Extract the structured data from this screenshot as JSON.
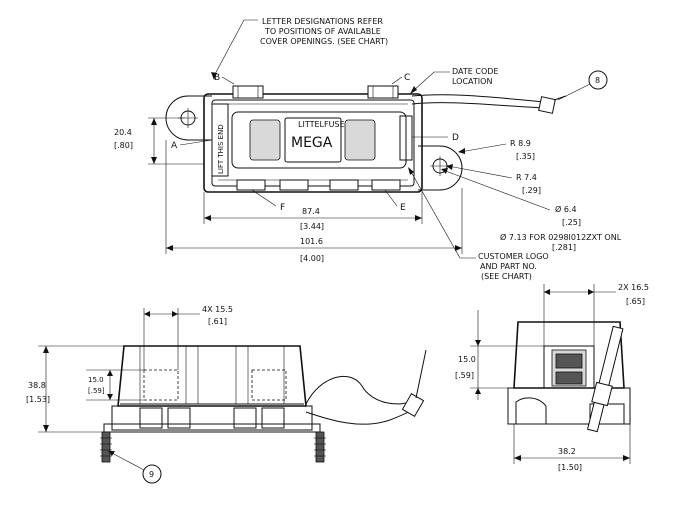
{
  "notes": {
    "letters_1": "LETTER DESIGNATIONS REFER",
    "letters_2": "TO POSITIONS OF AVAILABLE",
    "letters_3": "COVER OPENINGS.  (SEE CHART)",
    "date_code_1": "DATE CODE",
    "date_code_2": "LOCATION",
    "customer_1": "CUSTOMER LOGO",
    "customer_2": "AND PART NO.",
    "customer_3": "(SEE CHART)",
    "alt_dia": "Ø 7.13 FOR 0298I012ZXT ONL",
    "alt_dia_in": "[.281]"
  },
  "letters": {
    "A": "A",
    "B": "B",
    "C": "C",
    "D": "D",
    "E": "E",
    "F": "F"
  },
  "balloons": {
    "b8": "8",
    "b9": "9"
  },
  "part_labels": {
    "brand": "LITTELFUSE",
    "mega": "MEGA",
    "lift": "LIFT THIS END"
  },
  "dims": {
    "h_20_4": "20.4",
    "h_20_4_in": "[.80]",
    "w_87_4": "87.4",
    "w_87_4_in": "[3.44]",
    "w_101_6": "101.6",
    "w_101_6_in": "[4.00]",
    "r_8_9": "R 8.9",
    "r_8_9_in": "[.35]",
    "r_7_4": "R 7.4",
    "r_7_4_in": "[.29]",
    "dia_6_4": "Ø 6.4",
    "dia_6_4_in": "[.25]",
    "w_4x_15_5": "4X 15.5",
    "w_4x_15_5_in": "[.61]",
    "h_15_0_l": "15.0",
    "h_15_0_l_in": "[.59]",
    "h_38_8": "38.8",
    "h_38_8_in": "[1.53]",
    "w_2x_16_5": "2X 16.5",
    "w_2x_16_5_in": "[.65]",
    "h_15_0_r": "15.0",
    "h_15_0_r_in": "[.59]",
    "w_38_2": "38.2",
    "w_38_2_in": "[1.50]"
  }
}
